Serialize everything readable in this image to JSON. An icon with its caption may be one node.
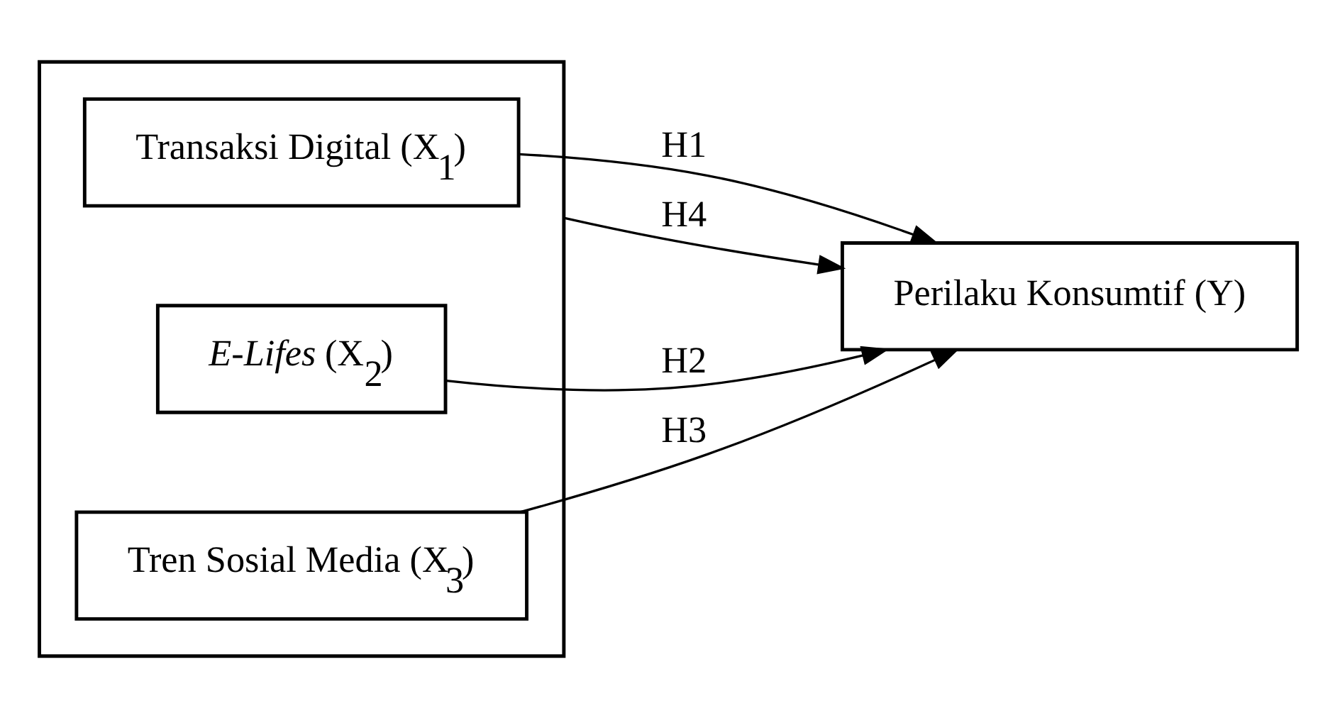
{
  "diagram": {
    "nodes": [
      {
        "text": [],
        "shape": "box"
      },
      {
        "text": [
          "Transaksi Digital (X$_{1}$)"
        ],
        "in": 0
      },
      {
        "text": [
          "*E-Lifes* (X$_{2}$)"
        ],
        "in": 0
      },
      {
        "text": [
          "Tren Sosial Media (X$_{3}$)"
        ],
        "in": 0
      },
      {
        "text": [
          "Perilaku Konsumtif (Y)"
        ]
      }
    ],
    "edges": [
      {
        "from": 1,
        "to": 4,
        "arrow": "to",
        "label": "H1"
      },
      {
        "from": 2,
        "to": 4,
        "arrow": "to",
        "label": "H2"
      },
      {
        "from": 3,
        "to": 4,
        "arrow": "to",
        "label": "H3"
      },
      {
        "from": 0,
        "to": 4,
        "arrow": "to",
        "label": "H4"
      }
    ]
  }
}
